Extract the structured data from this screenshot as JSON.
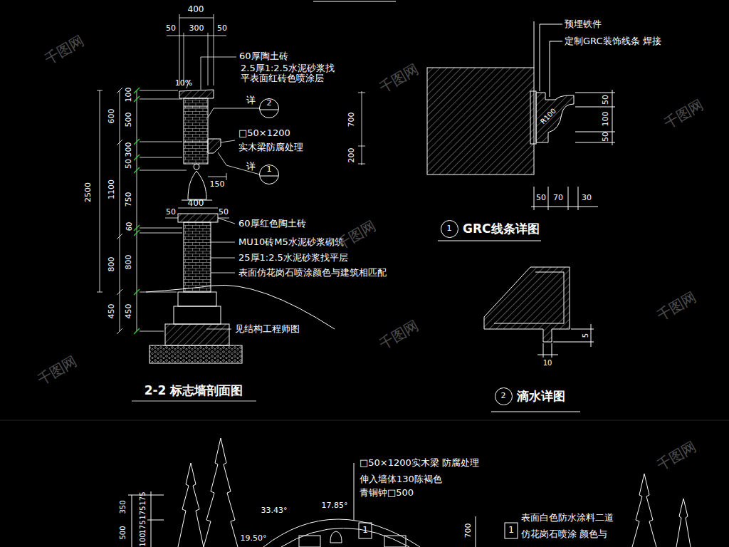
{
  "diagram": {
    "nodes": [
      {
        "text": [
          "2"
        ]
      },
      {
        "text": [
          "1"
        ]
      },
      {
        "text": [
          "1"
        ]
      },
      {
        "text": [
          "2"
        ]
      }
    ],
    "labels": [
      "400",
      "50",
      "300",
      "50",
      "60厚陶土砖",
      "2.5厚1:2.5水泥砂浆找 平表面红砖色喷涂层",
      "10%",
      "详",
      "□50×1200",
      "实木梁防腐处理",
      "详",
      "150",
      "700",
      "200",
      "2500",
      "600",
      "1100",
      "800",
      "450",
      "100",
      "500",
      "300",
      "50",
      "750",
      "60",
      "800",
      "450",
      "400",
      "50",
      "50",
      "60厚红色陶土砖",
      "MU10砖M5水泥砂浆砌筑",
      "25厚1:2.5水泥砂浆找平层",
      "表面仿花岗石喷涂颜色与建筑相匹配",
      "见结构工程师图",
      "2-2 标志墙剖面图",
      "预埋铁件",
      "定制GRC装饰线条 焊接",
      "R100",
      "50",
      "100",
      "50",
      "50",
      "70",
      "30",
      "GRC线条详图",
      "5",
      "10",
      "滴水详图",
      "□50×1200实木梁 防腐处理",
      "伸入墙体130陈褐色",
      "青铜钟□500",
      "33.43°",
      "17.85°",
      "19.50°",
      "1",
      "700",
      "1",
      "表面白色防水涂料二道",
      "仿花岗石喷涂 颜色与",
      "350",
      "175",
      "175",
      "500",
      "175",
      "100",
      "千图网",
      "千图网",
      "千图网",
      "千图网",
      "千图网",
      "千图网",
      "千图网",
      "千图网"
    ]
  }
}
